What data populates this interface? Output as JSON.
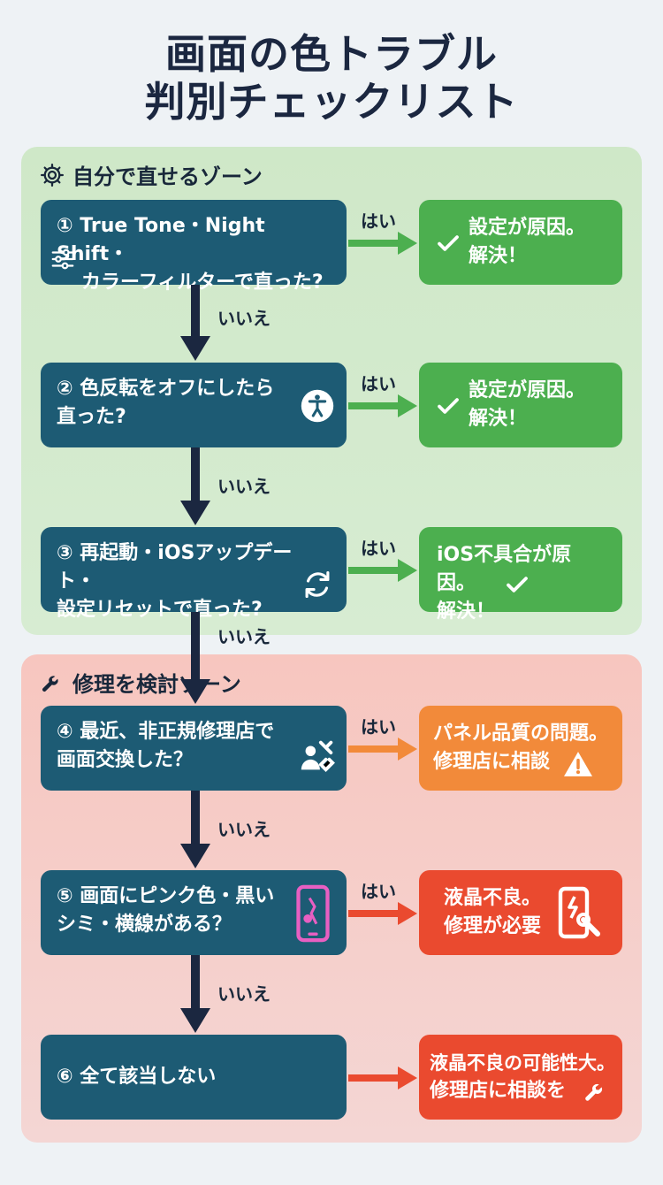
{
  "title": {
    "line1": "画面の色トラブル",
    "line2": "判別チェックリスト"
  },
  "zones": {
    "green": {
      "label": "自分で直せるゾーン",
      "icon": "gear-icon",
      "color": "#cfe8c8"
    },
    "red": {
      "label": "修理を検討ゾーン",
      "icon": "wrench-icon",
      "color": "#f7c6bf"
    }
  },
  "yes_label": "はい",
  "no_label": "いいえ",
  "steps": [
    {
      "line1": "① True Tone・Night Shift・",
      "line2": "カラーフィルターで直った?",
      "icon": "sliders-icon",
      "answer": {
        "line1": "設定が原因。",
        "line2": "解決！",
        "icon": "check-icon",
        "color": "#4caf4f"
      }
    },
    {
      "line1": "② 色反転をオフにしたら",
      "line2": "直った?",
      "icon": "accessibility-icon",
      "answer": {
        "line1": "設定が原因。",
        "line2": "解決！",
        "icon": "check-icon",
        "color": "#4caf4f"
      }
    },
    {
      "line1": "③ 再起動・iOSアップデート・",
      "line2": "設定リセットで直った?",
      "icon": "refresh-icon",
      "answer": {
        "line1": "iOS不具合が原因。",
        "line2": "解決！",
        "icon": "check-icon",
        "color": "#4caf4f"
      }
    },
    {
      "line1": "④ 最近、非正規修理店で",
      "line2": "画面交換した？",
      "icon": "technician-icon",
      "answer": {
        "line1": "パネル品質の問題。",
        "line2": "修理店に相談",
        "icon": "warning-icon",
        "color": "#f28a3a"
      }
    },
    {
      "line1": "⑤ 画面にピンク色・黒い",
      "line2": "シミ・横線がある？",
      "icon": "damaged-phone-icon",
      "answer": {
        "line1": "液晶不良。",
        "line2": "修理が必要",
        "icon": "phone-repair-icon",
        "color": "#ea4a2f"
      }
    },
    {
      "line1": "⑥ 全て該当しない",
      "line2": "",
      "icon": "",
      "answer": {
        "line1": "液晶不良の可能性大。",
        "line2": "修理店に相談を",
        "icon": "wrench-icon",
        "color": "#ea4a2f"
      }
    }
  ]
}
